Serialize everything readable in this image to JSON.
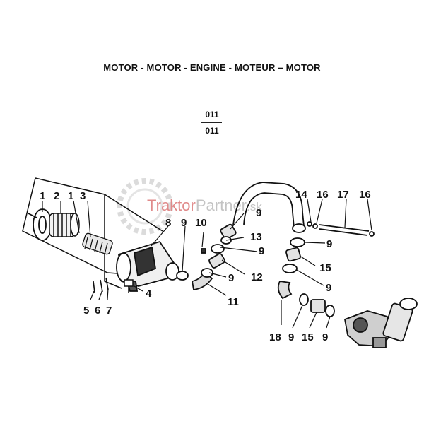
{
  "header": {
    "title": "MOTOR - MOTOR - ENGINE - MOTEUR – MOTOR",
    "code_top": "011",
    "code_bottom": "011"
  },
  "watermark": {
    "brand_red": "Traktor",
    "brand_grey": "Partner",
    "tld": ".sk",
    "colors": {
      "red": "#e08a8a",
      "grey": "#c4c4c4"
    }
  },
  "callouts": {
    "n1a": "1",
    "n2": "2",
    "n1b": "1",
    "n3": "3",
    "n8": "8",
    "n9a": "9",
    "n10": "10",
    "n9b": "9",
    "n13": "13",
    "n9c": "9",
    "n9d": "9",
    "n12": "12",
    "n11": "11",
    "n4": "4",
    "n5": "5",
    "n6": "6",
    "n7": "7",
    "n14": "14",
    "n16a": "16",
    "n17": "17",
    "n16b": "16",
    "n9e": "9",
    "n15a": "15",
    "n9f": "9",
    "n18": "18",
    "n9g": "9",
    "n15b": "15",
    "n9h": "9"
  }
}
